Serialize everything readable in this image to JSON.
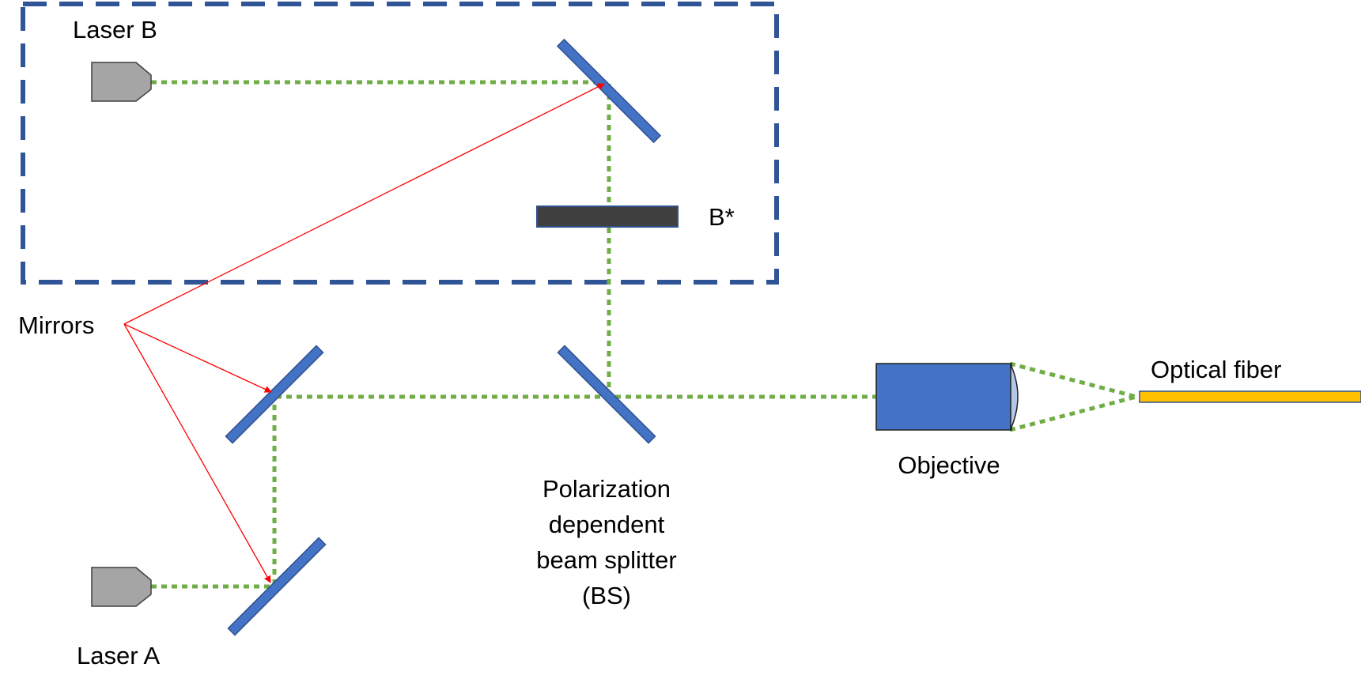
{
  "labels": {
    "laser_b": "Laser B",
    "laser_a": "Laser A",
    "b_star": "B*",
    "mirrors": "Mirrors",
    "bs_line1": "Polarization",
    "bs_line2": "dependent",
    "bs_line3": "beam splitter",
    "bs_line4": "(BS)",
    "objective": "Objective",
    "optical_fiber": "Optical fiber"
  },
  "colors": {
    "beam": "#70ad47",
    "mirror": "#4472c4",
    "mirror_outline": "#2f528f",
    "dashed_box": "#2f5597",
    "pointer": "#ff0000",
    "laser_body": "#a5a5a5",
    "filter": "#404040",
    "objective": "#4472c4",
    "fiber": "#ffc000"
  }
}
